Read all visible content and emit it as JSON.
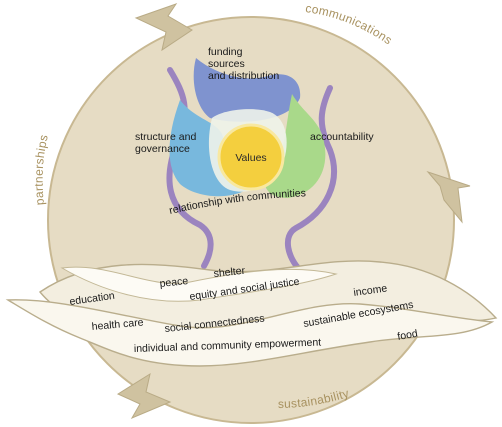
{
  "colors": {
    "circle_fill": "#e6dcc4",
    "circle_stroke": "#c8b892",
    "arrow": "#cfc2a0",
    "purple": "#9b84bf",
    "blue_dark": "#7f93cf",
    "blue_light": "#78b8dd",
    "green": "#a9d98a",
    "yellow": "#f4cf3e",
    "ribbon": "#f3eee0",
    "ribbon_stroke": "#b9ad8c",
    "arc_text": "#a89260"
  },
  "cycle": {
    "top": "communications",
    "left": "partnerships",
    "bottom": "sustainability"
  },
  "flower": {
    "top_line1": "funding",
    "top_line2": "sources",
    "top_line3": "and distribution",
    "left_line1": "structure and",
    "left_line2": "governance",
    "right": "accountability",
    "center": "Values",
    "base": "relationship with communities"
  },
  "outcomes": [
    "education",
    "peace",
    "shelter",
    "equity and social justice",
    "income",
    "health care",
    "social connectedness",
    "sustainable ecosystems",
    "food",
    "individual and community empowerment"
  ]
}
